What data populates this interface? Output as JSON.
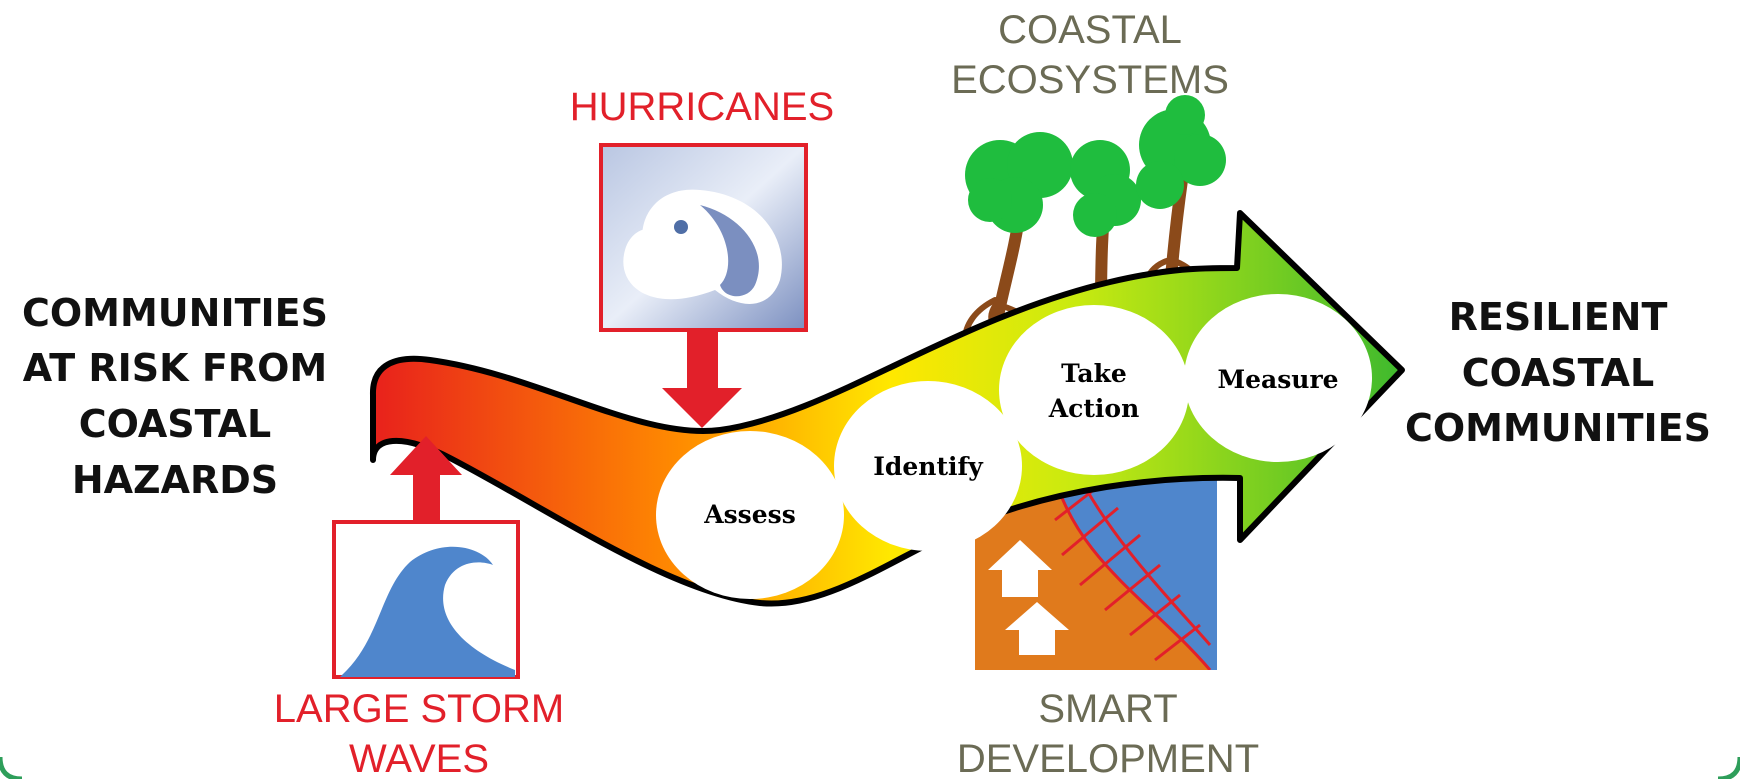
{
  "left_label": [
    "COMMUNITIES",
    "AT RISK FROM",
    "COASTAL",
    "HAZARDS"
  ],
  "right_label": [
    "RESILIENT",
    "COASTAL",
    "COMMUNITIES"
  ],
  "hurricanes_label": "HURRICANES",
  "storm_waves_label": [
    "LARGE STORM",
    "WAVES"
  ],
  "ecosystems_label": [
    "COASTAL",
    "ECOSYSTEMS"
  ],
  "development_label": [
    "SMART",
    "DEVELOPMENT"
  ],
  "steps": {
    "assess": "Assess",
    "identify": "Identify",
    "take_action": [
      "Take",
      "Action"
    ],
    "measure": "Measure"
  },
  "icons": [
    "hurricane-icon",
    "storm-wave-icon",
    "tree-icon",
    "smart-development-icon"
  ],
  "colors": {
    "hazard_red": "#e2202a",
    "ecosystem_text": "#6b6b55",
    "arrow_start": "#e8201c",
    "arrow_mid": "#ffe800",
    "arrow_end": "#3bb82e",
    "tree_green": "#1fbd3e",
    "trunk_brown": "#8b4a1a",
    "development_orange": "#e07a1c",
    "water_blue": "#4f86cc",
    "frame_green": "#2e9e5a"
  }
}
